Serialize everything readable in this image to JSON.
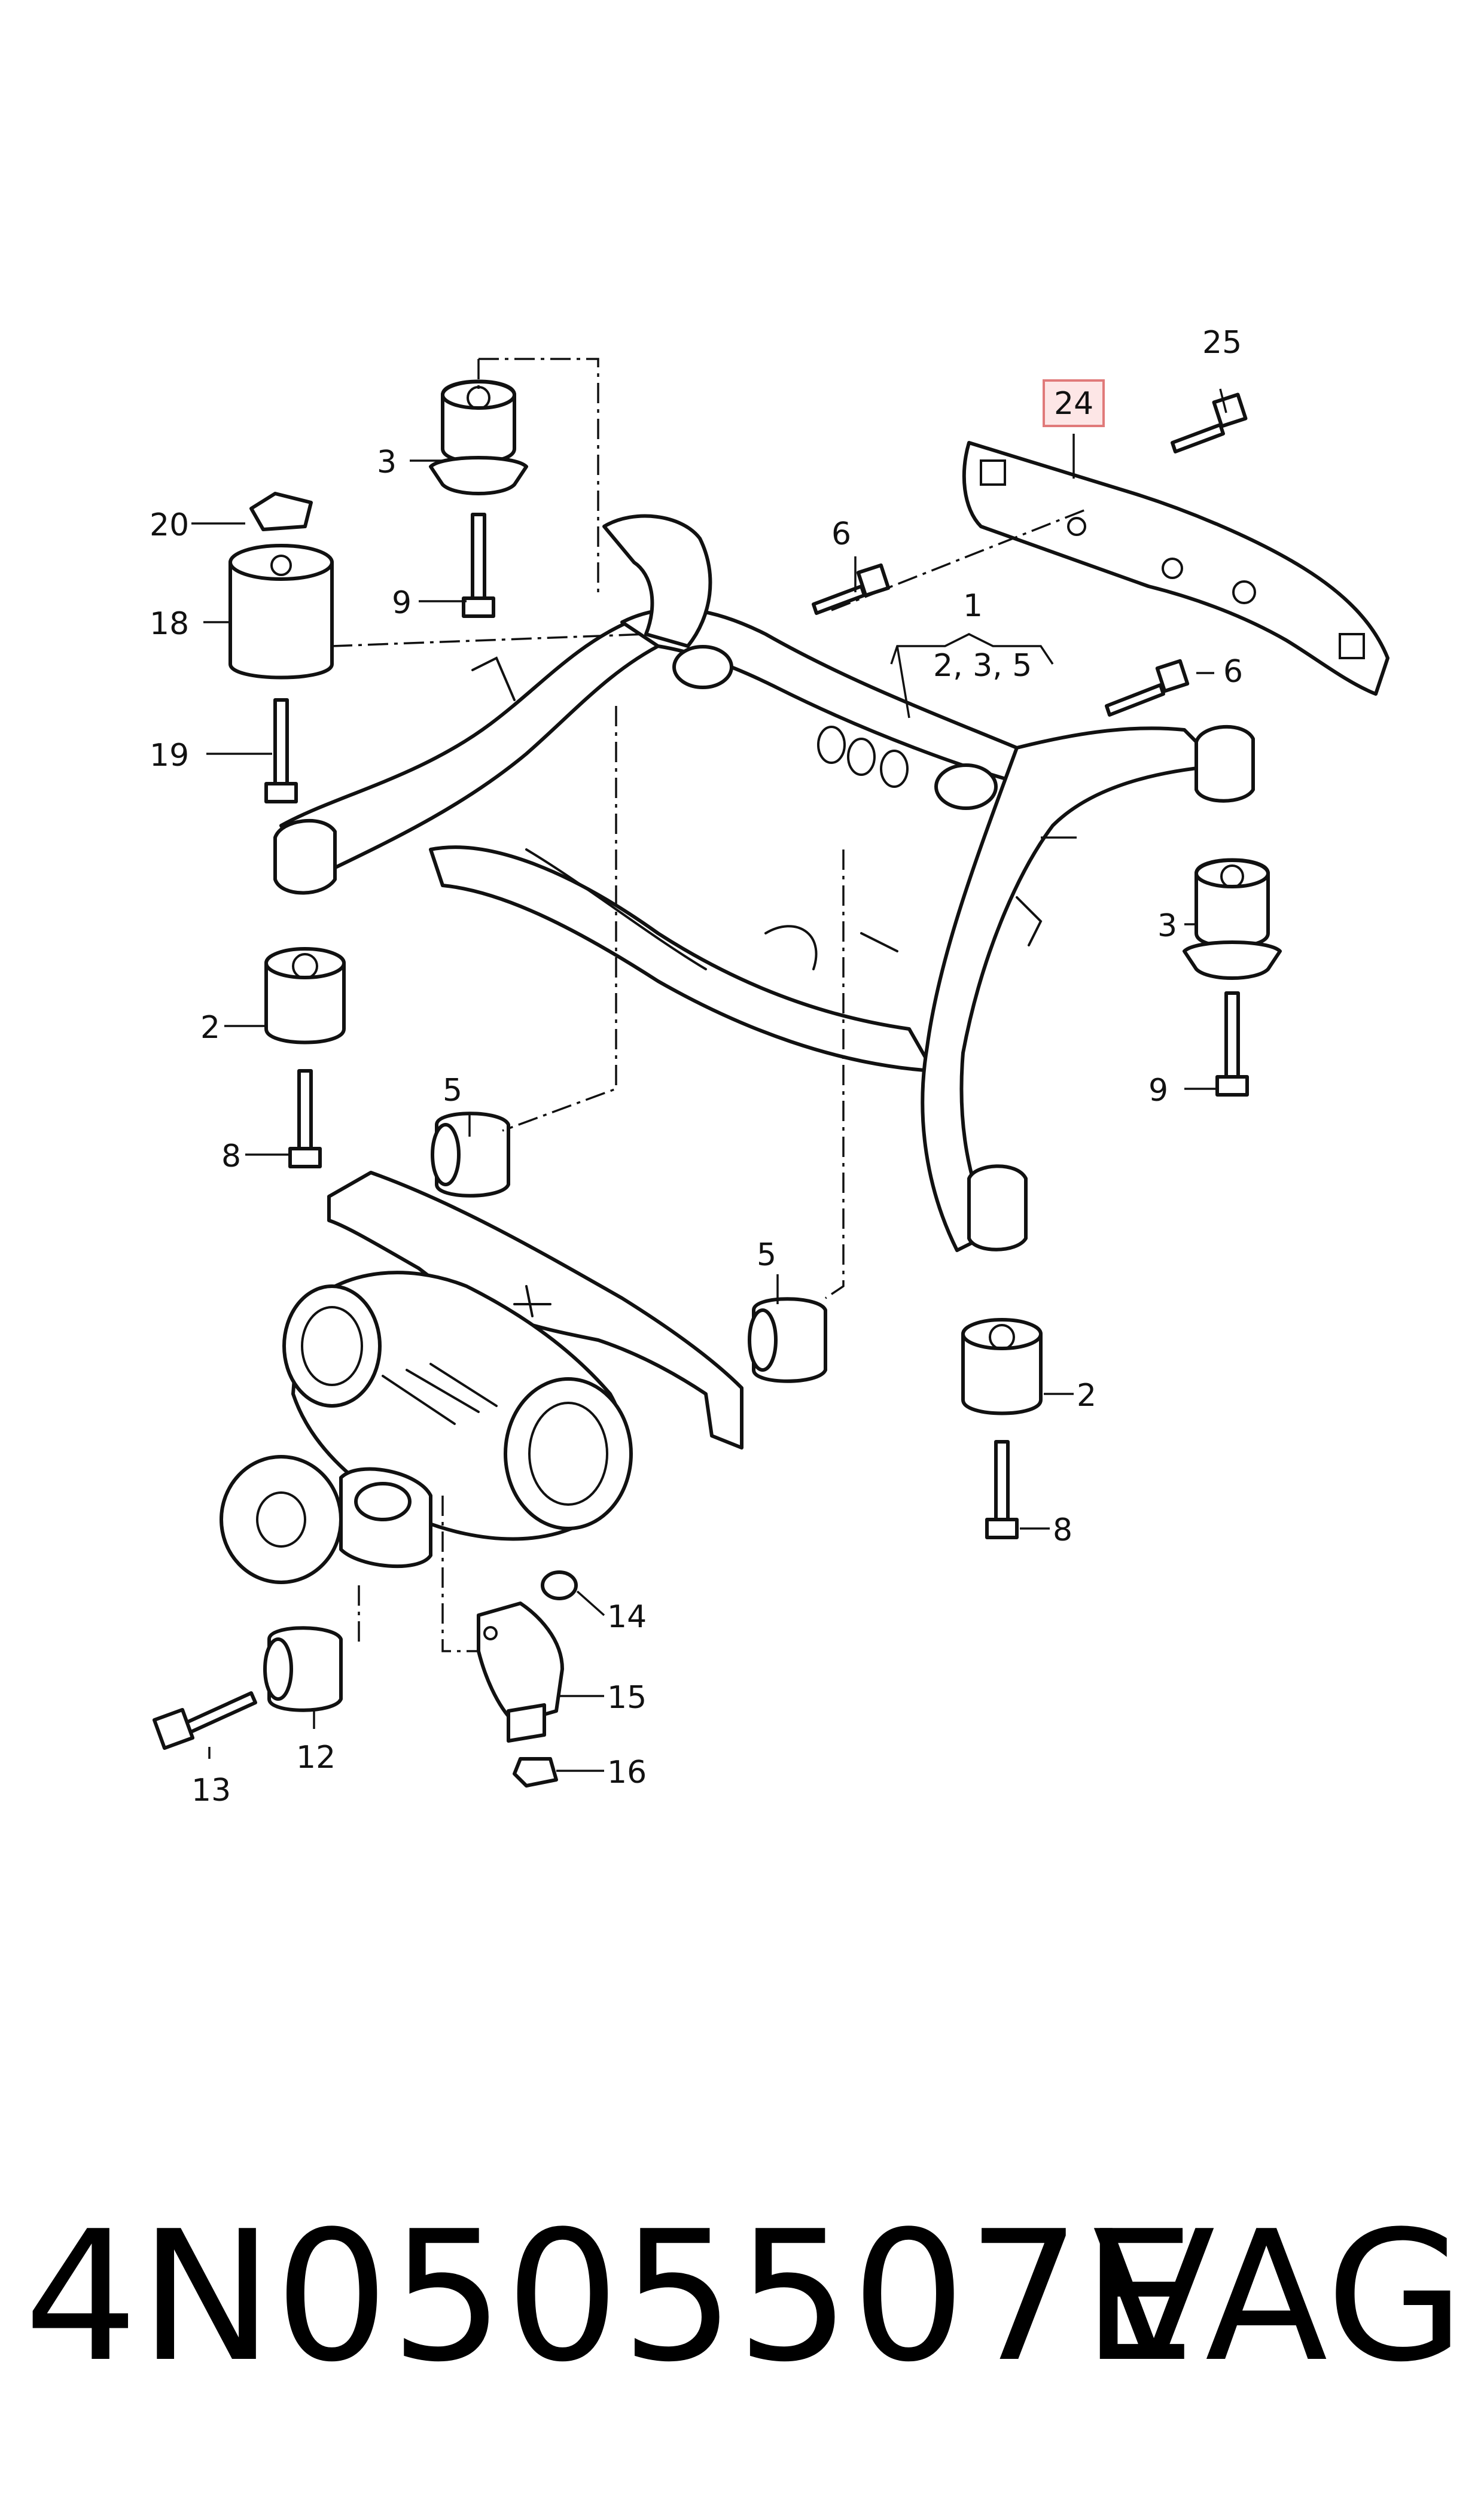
{
  "callouts": {
    "c1": "1",
    "c1_group": "2, 3, 5",
    "c2_left": "2",
    "c2_right": "2",
    "c3_left": "3",
    "c3_right": "3",
    "c5_left": "5",
    "c5_right": "5",
    "c6_top": "6",
    "c6_right": "6",
    "c8_left": "8",
    "c8_right": "8",
    "c9_left": "9",
    "c9_right": "9",
    "c12": "12",
    "c13": "13",
    "c14": "14",
    "c15": "15",
    "c16": "16",
    "c18": "18",
    "c19": "19",
    "c20": "20",
    "c24": "24",
    "c25": "25"
  },
  "highlight_color": "#fde6e6",
  "footer": {
    "part_number": "4N0505507E",
    "brand": "VAG"
  }
}
